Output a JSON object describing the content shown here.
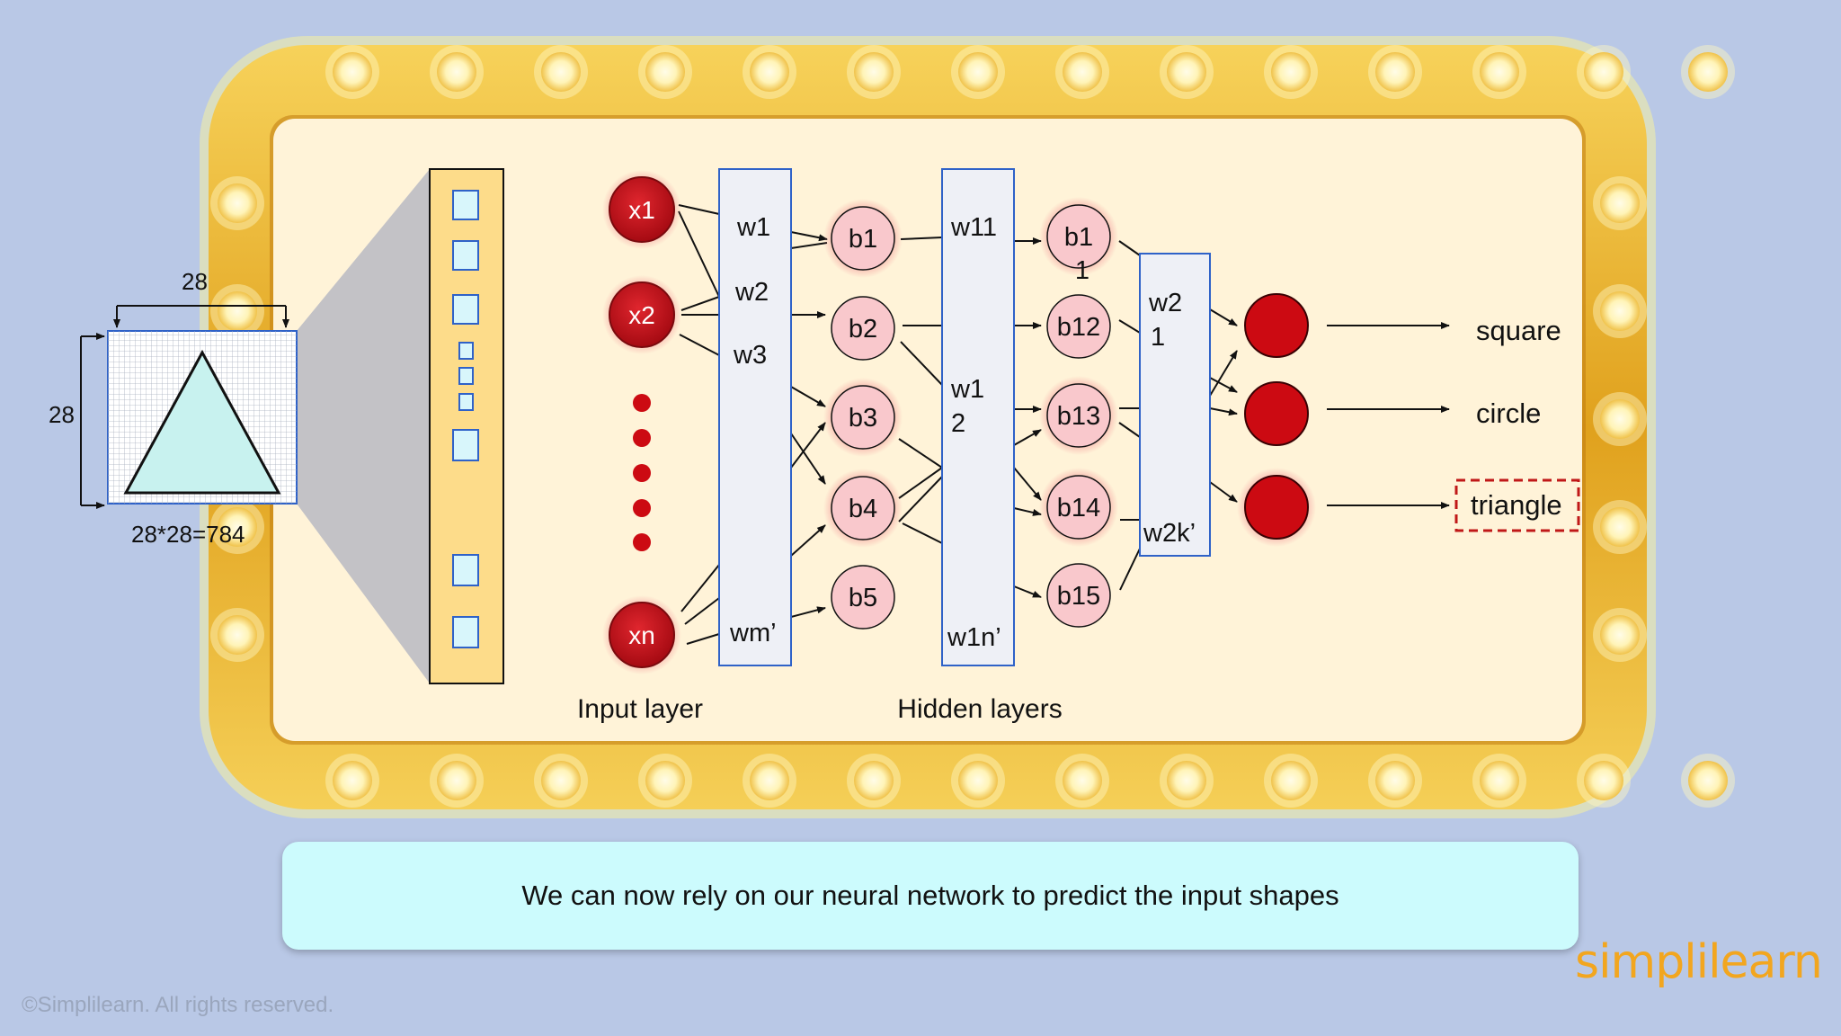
{
  "diagram": {
    "grid": {
      "width_label": "28",
      "height_label": "28",
      "pixels_label": "28*28=784"
    },
    "input_nodes": [
      "x1",
      "x2",
      "xn"
    ],
    "input_weights": [
      "w1",
      "w2",
      "w3",
      "wm’"
    ],
    "hidden1_nodes": [
      "b1",
      "b2",
      "b3",
      "b4",
      "b5"
    ],
    "hidden_weights1": {
      "top": "w11",
      "middle_line1": "w1",
      "middle_line2": "2",
      "bottom": "w1n’"
    },
    "hidden2_nodes": [
      "b1",
      "b12",
      "b13",
      "b14",
      "b15"
    ],
    "hidden2_node1_sub": "1",
    "hidden_weights2": {
      "top_line1": "w2",
      "top_line2": "1",
      "bottom": "w2k’"
    },
    "outputs": [
      "square",
      "circle",
      "triangle"
    ],
    "layer_labels": {
      "input": "Input layer",
      "hidden": "Hidden layers"
    }
  },
  "caption": "We can now rely on our neural network to predict the input shapes",
  "copyright": "©Simplilearn. All rights reserved.",
  "logo": "simplilearn",
  "colors": {
    "background": "#b9c8e6",
    "frame_gold": "#e3a820",
    "panel": "#fff3d8",
    "input_node": "#c0101a",
    "hidden_node": "#f9c8cc",
    "output_node": "#cc0a12",
    "caption_bg": "#ccfbfd",
    "logo": "#f2a61f"
  }
}
